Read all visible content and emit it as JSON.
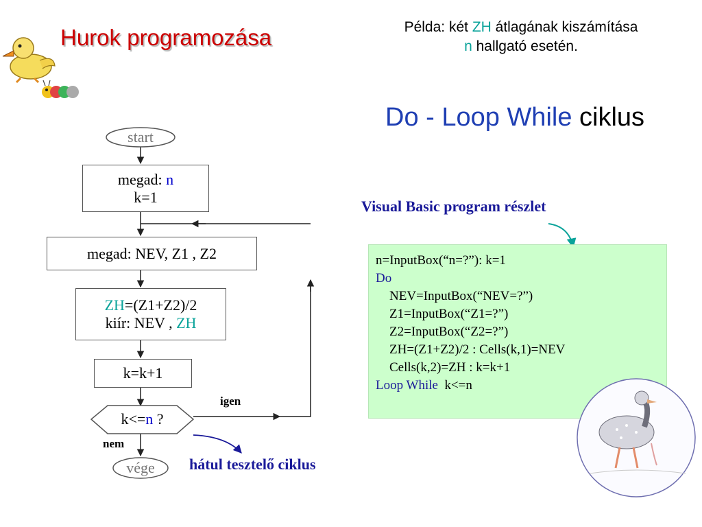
{
  "header": {
    "title": "Hurok programozása"
  },
  "example": {
    "line1_pre": "Példa: két ",
    "line1_hl": "ZH",
    "line1_post": " átlagának kiszámítása",
    "line2_hl": "n",
    "line2_post": " hallgató esetén."
  },
  "heading": {
    "blue": "Do - Loop While",
    "black": "ciklus"
  },
  "flowchart": {
    "start": "start",
    "input_n_prefix": "megad: ",
    "input_n_var": "n",
    "init": "k=1",
    "input_data": "megad: NEV, Z1 , Z2",
    "calc_var": "ZH",
    "calc_rest": "=(Z1+Z2)/2",
    "print_prefix": "kiír: NEV , ",
    "print_var": "ZH",
    "increment": "k=k+1",
    "cond_prefix": "k<=",
    "cond_var": "n",
    "cond_suffix": " ?",
    "yes": "igen",
    "no": "nem",
    "end": "vége"
  },
  "vb": {
    "label": "Visual Basic program részlet",
    "lines": {
      "l1": "n=InputBox(“n=?”): k=1",
      "l2": "Do",
      "l3": "NEV=InputBox(“NEV=?”)",
      "l4": "Z1=InputBox(“Z1=?”)",
      "l5": "Z2=InputBox(“Z2=?”)",
      "l6": "ZH=(Z1+Z2)/2 : Cells(k,1)=NEV",
      "l7": "Cells(k,2)=ZH : k=k+1",
      "l8_kw": "Loop While",
      "l8_rest": "  k<=n"
    }
  },
  "note": {
    "back_tested": "hátul tesztelő ciklus"
  },
  "colors": {
    "title": "#cc0000",
    "teal": "#0aa39a",
    "blue": "#0000cc",
    "navy": "#1a1a99",
    "code_bg": "#ccffcc"
  }
}
